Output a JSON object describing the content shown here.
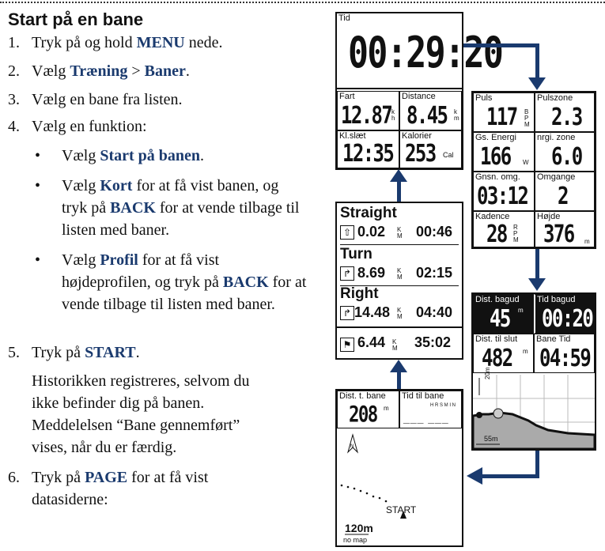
{
  "heading": "Start på en bane",
  "steps": [
    {
      "n": "1.",
      "pre": "Tryk på og hold ",
      "kw": "MENU",
      "post": " nede."
    },
    {
      "n": "2.",
      "pre": "Vælg ",
      "kw": "Træning",
      "mid": " > ",
      "kw2": "Baner",
      "post": "."
    },
    {
      "n": "3.",
      "text": "Vælg en bane fra listen."
    },
    {
      "n": "4.",
      "text": "Vælg en funktion:"
    },
    {
      "n": "5.",
      "pre": "Tryk på ",
      "kw": "START",
      "post": "."
    },
    {
      "n": "6.",
      "pre": "Tryk på ",
      "kw": "PAGE",
      "post": " for at få vist datasiderne:"
    }
  ],
  "bullets": [
    {
      "pre": "Vælg ",
      "kw": "Start på banen",
      "post": "."
    },
    {
      "pre": "Vælg ",
      "kw": "Kort",
      "mid": " for at få vist banen, og tryk på ",
      "kw2": "BACK",
      "post": " for at vende tilbage til listen med baner."
    },
    {
      "pre": "Vælg ",
      "kw": "Profil",
      "mid": " for at få vist højdeprofilen, og tryk på ",
      "kw2": "BACK",
      "post": " for at vende tilbage til listen med baner."
    }
  ],
  "step5_para": "Historikken registreres, selvom du ikke befinder dig på banen. Meddelelsen “Bane gennemført” vises, når du er færdig.",
  "screen1": {
    "tid_label": "Tid",
    "tid": "00:29:20",
    "cells": [
      {
        "label": "Fart",
        "value": "12.87",
        "unit": "k h"
      },
      {
        "label": "Distance",
        "value": "8.45",
        "unit": "k m"
      },
      {
        "label": "Kl.slæt",
        "value": "12:35",
        "unit": ""
      },
      {
        "label": "Kalorier",
        "value": "253",
        "unit": "Cal"
      }
    ]
  },
  "screen2": {
    "cells": [
      {
        "label": "Puls",
        "value": "117",
        "unit": "B P M"
      },
      {
        "label": "Pulszone",
        "value": "2.3",
        "unit": ""
      },
      {
        "label": "Gs. Energi",
        "value": "166",
        "unit": "W"
      },
      {
        "label": "nrgi. zone",
        "value": "6.0",
        "unit": ""
      },
      {
        "label": "Gnsn. omg.",
        "value": "03:12",
        "unit": ""
      },
      {
        "label": "Omgange",
        "value": "2",
        "unit": ""
      },
      {
        "label": "Kadence",
        "value": "28",
        "unit": "R P M"
      },
      {
        "label": "Højde",
        "value": "376",
        "unit": "m"
      }
    ]
  },
  "screen3": {
    "turns": [
      {
        "name": "Straight",
        "dist": "0.02",
        "unit": "K M",
        "time": "00:46"
      },
      {
        "name": "Turn",
        "dist": "8.69",
        "unit": "K M",
        "time": "02:15"
      },
      {
        "name": "Right",
        "dist": "14.48",
        "unit": "K M",
        "time": "04:40"
      }
    ],
    "total_dist": "6.44",
    "total_unit": "K M",
    "total_time": "35:02"
  },
  "screen4": {
    "cells": [
      {
        "label": "Dist. bagud",
        "value": "45",
        "unit": "m"
      },
      {
        "label": "Tid bagud",
        "value": "00:20",
        "unit": ""
      },
      {
        "label": "Dist. til slut",
        "value": "482",
        "unit": "m"
      },
      {
        "label": "Bane Tid",
        "value": "04:59",
        "unit": ""
      }
    ],
    "scale_y": "20m",
    "scale_x": "55m"
  },
  "screen5": {
    "cells": [
      {
        "label": "Dist. t. bane",
        "value": "208",
        "unit": "m"
      },
      {
        "label": "Tid til bane",
        "value": "___ ___",
        "unit": "H R S  M I N"
      }
    ],
    "start": "START",
    "scale": "120m",
    "nomap": "no map"
  }
}
